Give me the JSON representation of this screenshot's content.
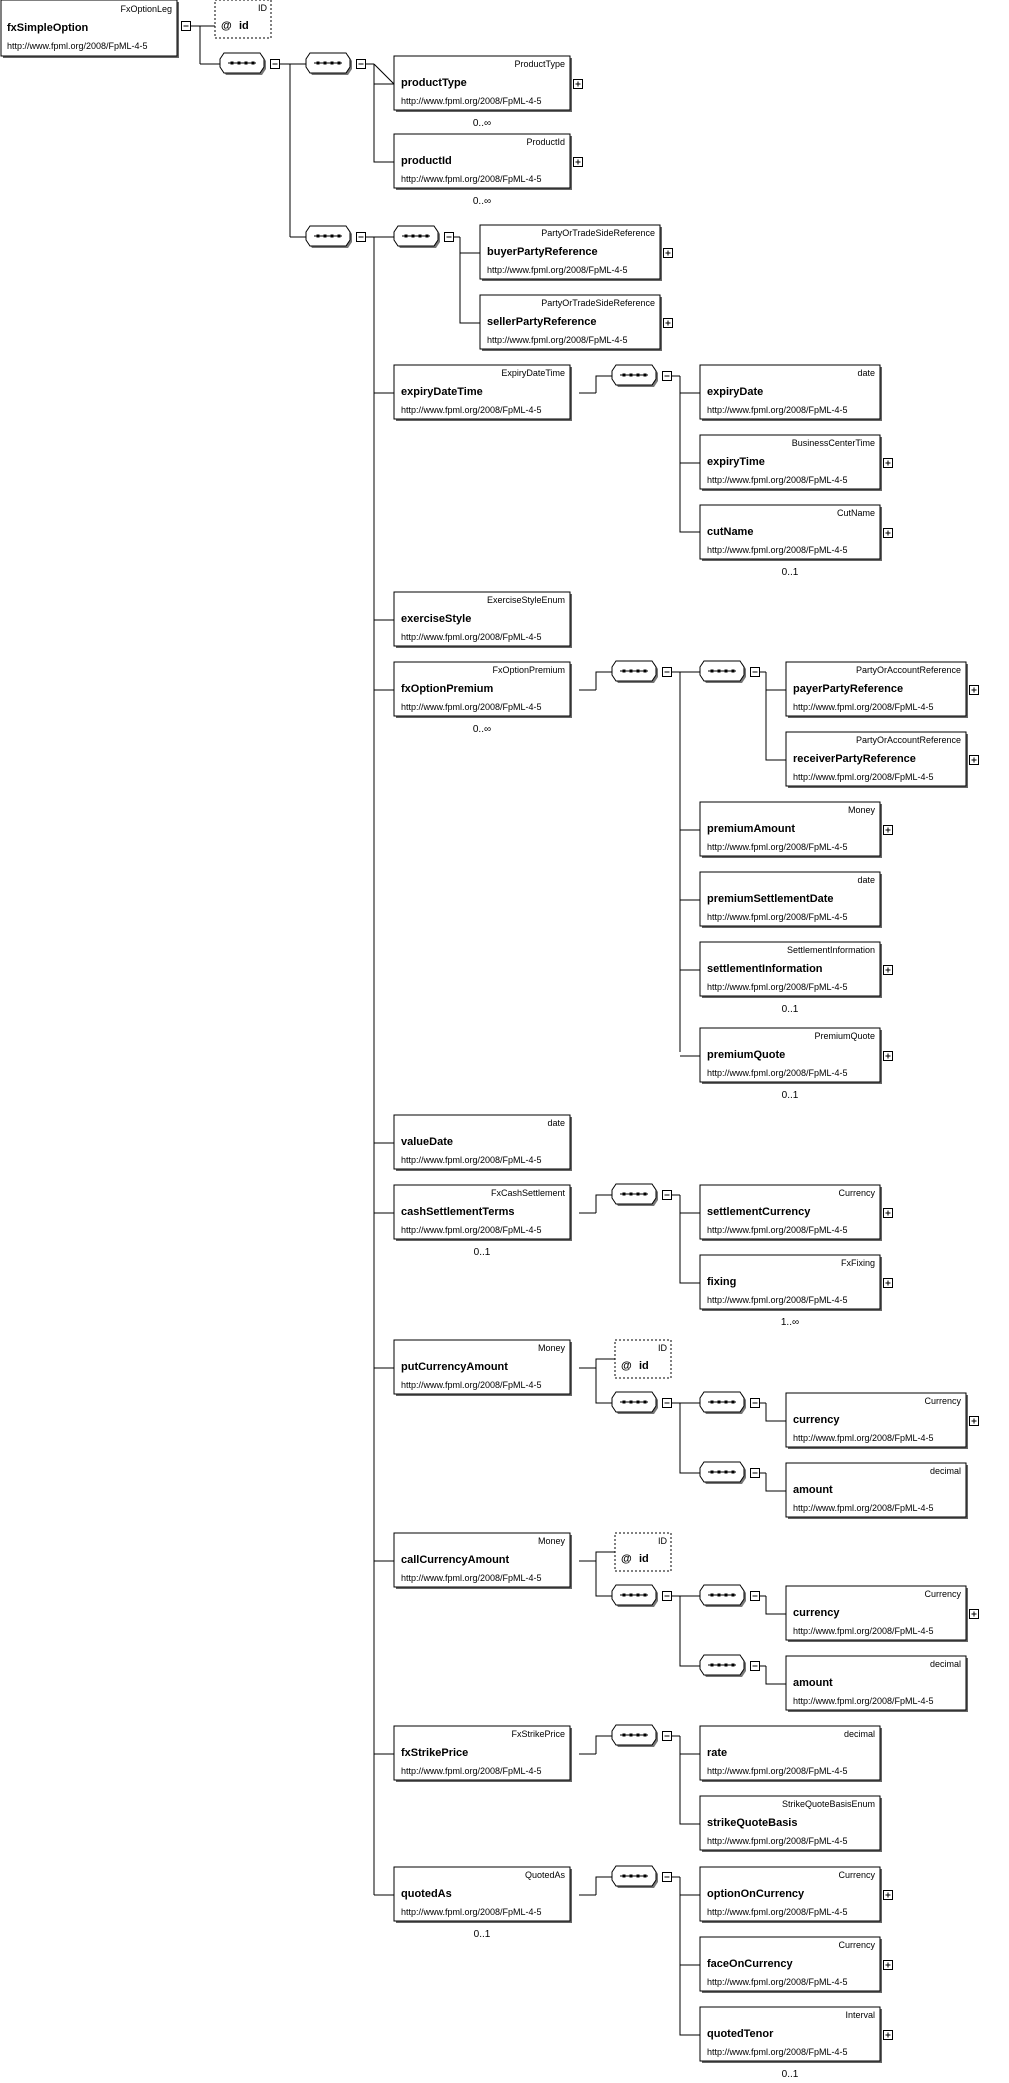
{
  "namespace": "http://www.fpml.org/2008/FpML-4-5",
  "root": {
    "type": "FxOptionLeg",
    "name": "fxSimpleOption"
  },
  "attributes": [
    {
      "id": "root-id",
      "type": "ID",
      "name": "id"
    },
    {
      "id": "put-id",
      "type": "ID",
      "name": "id"
    },
    {
      "id": "call-id",
      "type": "ID",
      "name": "id"
    }
  ],
  "elements": [
    {
      "id": "productType",
      "type": "ProductType",
      "name": "productType",
      "card": "0..∞",
      "expand": true
    },
    {
      "id": "productId",
      "type": "ProductId",
      "name": "productId",
      "card": "0..∞",
      "expand": true
    },
    {
      "id": "buyerPartyReference",
      "type": "PartyOrTradeSideReference",
      "name": "buyerPartyReference",
      "card": "",
      "expand": true
    },
    {
      "id": "sellerPartyReference",
      "type": "PartyOrTradeSideReference",
      "name": "sellerPartyReference",
      "card": "",
      "expand": true
    },
    {
      "id": "expiryDateTime",
      "type": "ExpiryDateTime",
      "name": "expiryDateTime",
      "card": "",
      "expand": false
    },
    {
      "id": "expiryDate",
      "type": "date",
      "name": "expiryDate",
      "card": "",
      "expand": false
    },
    {
      "id": "expiryTime",
      "type": "BusinessCenterTime",
      "name": "expiryTime",
      "card": "",
      "expand": true
    },
    {
      "id": "cutName",
      "type": "CutName",
      "name": "cutName",
      "card": "0..1",
      "expand": true
    },
    {
      "id": "exerciseStyle",
      "type": "ExerciseStyleEnum",
      "name": "exerciseStyle",
      "card": "",
      "expand": false
    },
    {
      "id": "fxOptionPremium",
      "type": "FxOptionPremium",
      "name": "fxOptionPremium",
      "card": "0..∞",
      "expand": false
    },
    {
      "id": "payerPartyReference",
      "type": "PartyOrAccountReference",
      "name": "payerPartyReference",
      "card": "",
      "expand": true
    },
    {
      "id": "receiverPartyReference",
      "type": "PartyOrAccountReference",
      "name": "receiverPartyReference",
      "card": "",
      "expand": true
    },
    {
      "id": "premiumAmount",
      "type": "Money",
      "name": "premiumAmount",
      "card": "",
      "expand": true
    },
    {
      "id": "premiumSettlementDate",
      "type": "date",
      "name": "premiumSettlementDate",
      "card": "",
      "expand": false
    },
    {
      "id": "settlementInformation",
      "type": "SettlementInformation",
      "name": "settlementInformation",
      "card": "0..1",
      "expand": true
    },
    {
      "id": "premiumQuote",
      "type": "PremiumQuote",
      "name": "premiumQuote",
      "card": "0..1",
      "expand": true
    },
    {
      "id": "valueDate",
      "type": "date",
      "name": "valueDate",
      "card": "",
      "expand": false
    },
    {
      "id": "cashSettlementTerms",
      "type": "FxCashSettlement",
      "name": "cashSettlementTerms",
      "card": "0..1",
      "expand": false
    },
    {
      "id": "settlementCurrency",
      "type": "Currency",
      "name": "settlementCurrency",
      "card": "",
      "expand": true
    },
    {
      "id": "fixing",
      "type": "FxFixing",
      "name": "fixing",
      "card": "1..∞",
      "expand": true
    },
    {
      "id": "putCurrencyAmount",
      "type": "Money",
      "name": "putCurrencyAmount",
      "card": "",
      "expand": false
    },
    {
      "id": "putCurrency",
      "type": "Currency",
      "name": "currency",
      "card": "",
      "expand": true
    },
    {
      "id": "putAmount",
      "type": "decimal",
      "name": "amount",
      "card": "",
      "expand": false
    },
    {
      "id": "callCurrencyAmount",
      "type": "Money",
      "name": "callCurrencyAmount",
      "card": "",
      "expand": false
    },
    {
      "id": "callCurrency",
      "type": "Currency",
      "name": "currency",
      "card": "",
      "expand": true
    },
    {
      "id": "callAmount",
      "type": "decimal",
      "name": "amount",
      "card": "",
      "expand": false
    },
    {
      "id": "fxStrikePrice",
      "type": "FxStrikePrice",
      "name": "fxStrikePrice",
      "card": "",
      "expand": false
    },
    {
      "id": "rate",
      "type": "decimal",
      "name": "rate",
      "card": "",
      "expand": false
    },
    {
      "id": "strikeQuoteBasis",
      "type": "StrikeQuoteBasisEnum",
      "name": "strikeQuoteBasis",
      "card": "",
      "expand": false
    },
    {
      "id": "quotedAs",
      "type": "QuotedAs",
      "name": "quotedAs",
      "card": "0..1",
      "expand": false
    },
    {
      "id": "optionOnCurrency",
      "type": "Currency",
      "name": "optionOnCurrency",
      "card": "",
      "expand": true
    },
    {
      "id": "faceOnCurrency",
      "type": "Currency",
      "name": "faceOnCurrency",
      "card": "",
      "expand": true
    },
    {
      "id": "quotedTenor",
      "type": "Interval",
      "name": "quotedTenor",
      "card": "0..1",
      "expand": true
    }
  ]
}
